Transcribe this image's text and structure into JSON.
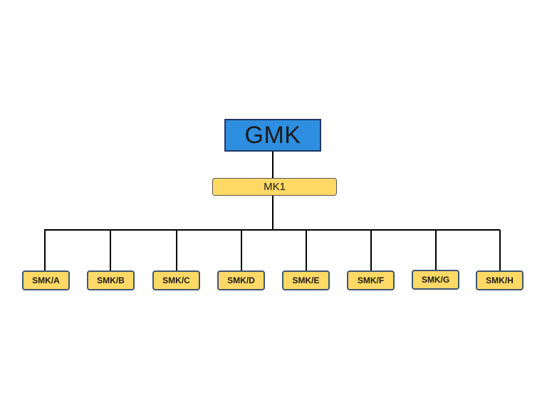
{
  "colors": {
    "root_fill": "#2e8ee0",
    "node_fill": "#ffd966",
    "line": "#000000"
  },
  "root": {
    "label": "GMK"
  },
  "level1": {
    "label": "MK1"
  },
  "children": [
    {
      "label": "SMK/A"
    },
    {
      "label": "SMK/B"
    },
    {
      "label": "SMK/C"
    },
    {
      "label": "SMK/D"
    },
    {
      "label": "SMK/E"
    },
    {
      "label": "SMK/F"
    },
    {
      "label": "SMK/G"
    },
    {
      "label": "SMK/H"
    }
  ]
}
